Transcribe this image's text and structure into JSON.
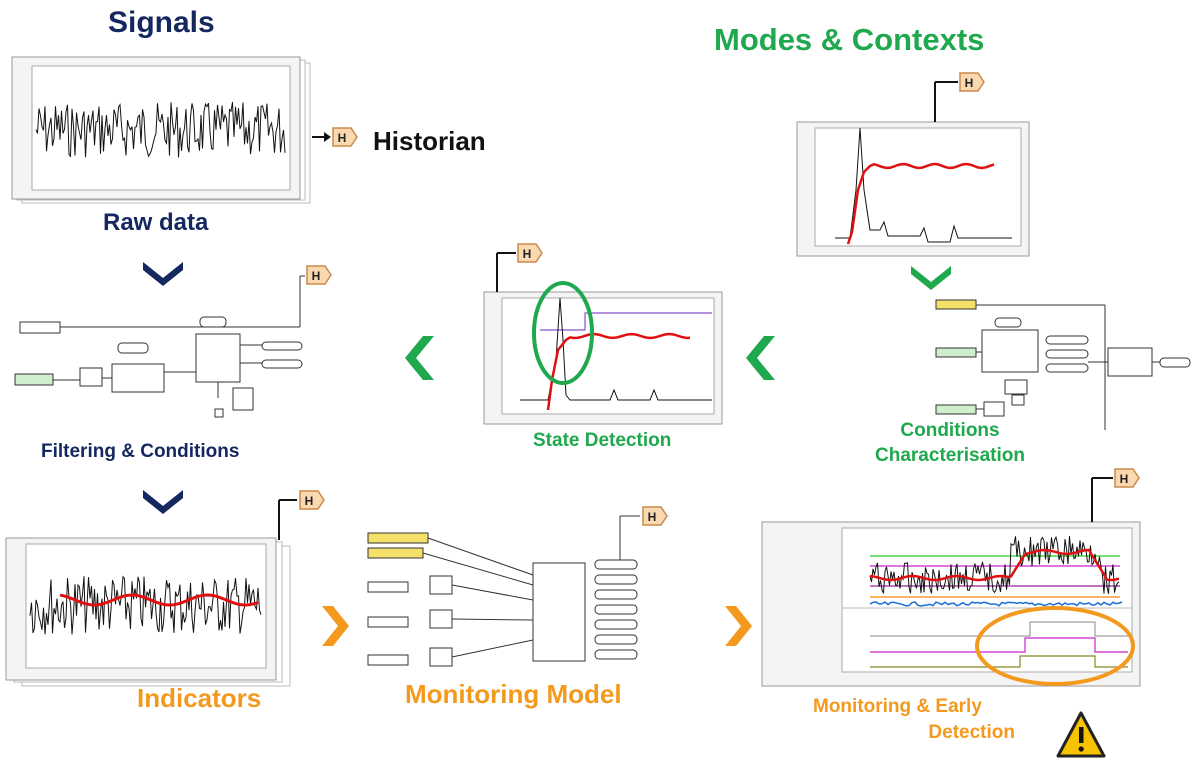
{
  "labels": {
    "signals": "Signals",
    "raw_data": "Raw data",
    "historian": "Historian",
    "filtering": "Filtering & Conditions",
    "indicators": "Indicators",
    "monitoring_model": "Monitoring Model",
    "state_detection": "State Detection",
    "modes_contexts": "Modes & Contexts",
    "conditions_line1": "Conditions",
    "conditions_line2": "Characterisation",
    "monitoring_line1": "Monitoring & Early",
    "monitoring_line2": "Detection"
  },
  "historian_badge": "H",
  "colors": {
    "navy": "#14285f",
    "green": "#1fa84d",
    "orange": "#f39a1e",
    "red_trend": "#e01010",
    "badge_fill": "#fbd9b0",
    "badge_stroke": "#c98a4a"
  },
  "icons": [
    "historian-badge-icon",
    "chevron-down-icon",
    "chevron-left-icon",
    "chevron-right-icon",
    "warning-icon"
  ]
}
